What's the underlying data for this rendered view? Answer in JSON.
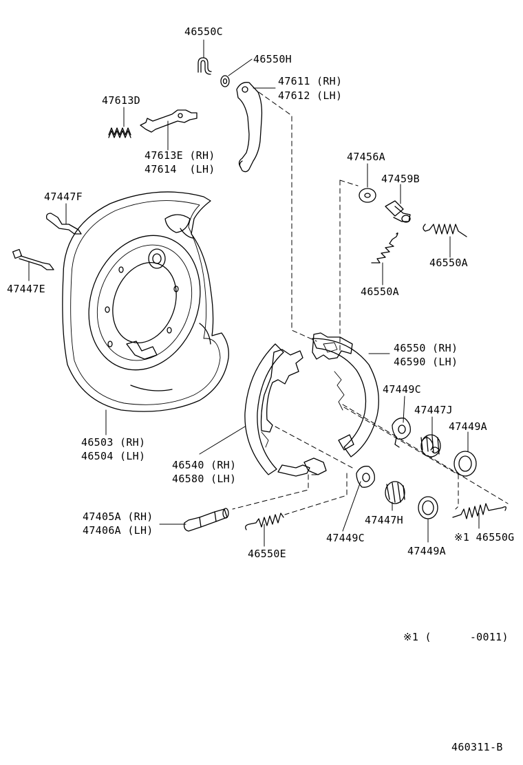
{
  "labels": {
    "p46550C": "46550C",
    "p46550H": "46550H",
    "p47611": "47611 (RH)",
    "p47612": "47612 (LH)",
    "p47613D": "47613D",
    "p47613E": "47613E (RH)",
    "p47614": "47614  (LH)",
    "p47456A": "47456A",
    "p47459B": "47459B",
    "p47447F": "47447F",
    "p46550A_right": "46550A",
    "p47447E": "47447E",
    "p46550A_lower": "46550A",
    "p46550": "46550 (RH)",
    "p46590": "46590 (LH)",
    "p47449C_upper": "47449C",
    "p47447J": "47447J",
    "p47449A_right": "47449A",
    "p46503": "46503 (RH)",
    "p46504": "46504 (LH)",
    "p46540": "46540 (RH)",
    "p46580": "46580 (LH)",
    "p47405A": "47405A (RH)",
    "p47406A": "47406A (LH)",
    "p47447H": "47447H",
    "p47449C_lower": "47449C",
    "p46550G": "※1 46550G",
    "p46550E": "46550E",
    "p47449A_lower": "47449A"
  },
  "note": "※1 (      -0011)",
  "catalog_code": "460311-B"
}
